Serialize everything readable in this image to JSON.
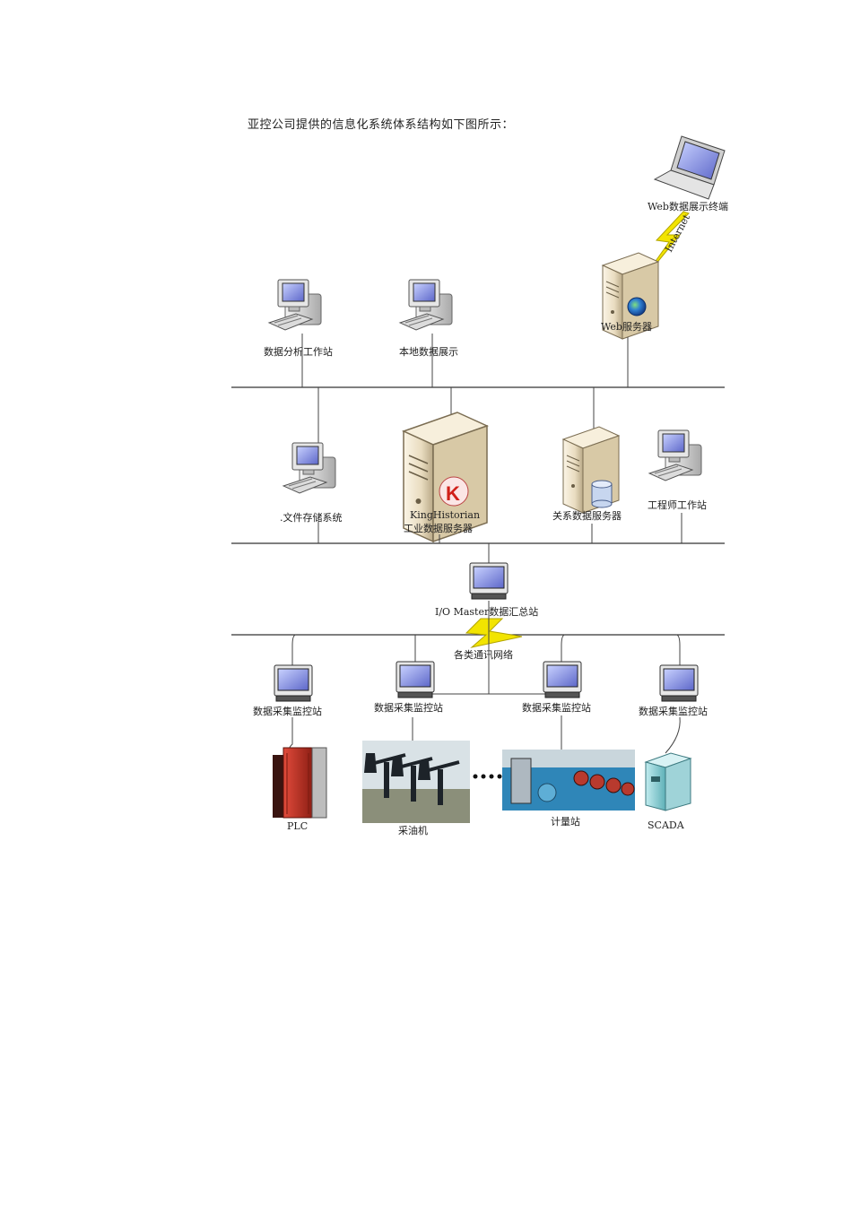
{
  "intro_text": "亚控公司提供的信息化系统体系结构如下图所示：",
  "nodes": {
    "web_terminal": "Web数据展示终端",
    "internet": "Internet",
    "web_server": "Web服务器",
    "analysis_ws": "数据分析工作站",
    "local_display": "本地数据展示",
    "file_storage": ".文件存储系统",
    "kinghistorian_line1": "KingHistorian",
    "kinghistorian_line2": "工业数据服务器",
    "relational_db": "关系数据服务器",
    "engineer_ws": "工程师工作站",
    "io_master": "I/O Master数据汇总站",
    "comm_network": "各类通讯网络",
    "acq_station_1": "数据采集监控站",
    "acq_station_2": "数据采集监控站",
    "acq_station_3": "数据采集监控站",
    "acq_station_4": "数据采集监控站",
    "plc": "PLC",
    "pump_jack": "采油机",
    "metering_station": "计量站",
    "scada": "SCADA"
  },
  "colors": {
    "bus": "#333333",
    "bolt": "#f2e400",
    "server_beige": "#e9dcc0",
    "screen_blue": "#8a93e0",
    "plc_red": "#c0392b",
    "scada_cyan": "#7fc9cf"
  }
}
